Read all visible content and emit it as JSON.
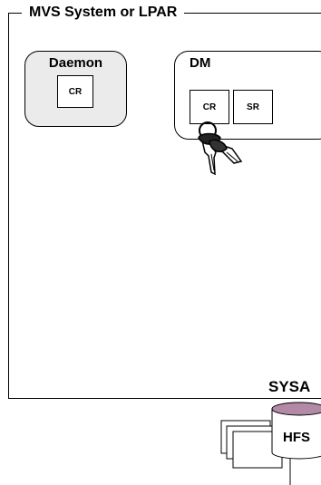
{
  "frame": {
    "title": "MVS System or LPAR",
    "system_label": "SYSA"
  },
  "daemon": {
    "title": "Daemon",
    "component": "CR"
  },
  "dm": {
    "title": "DM",
    "components": [
      "CR",
      "SR"
    ]
  },
  "storage": {
    "label": "HFS"
  },
  "icons": {
    "keys": "keys-icon",
    "storage": "hfs-storage-icon"
  },
  "colors": {
    "daemon_fill": "#ebebeb",
    "cylinder_top": "#b38aa5"
  }
}
